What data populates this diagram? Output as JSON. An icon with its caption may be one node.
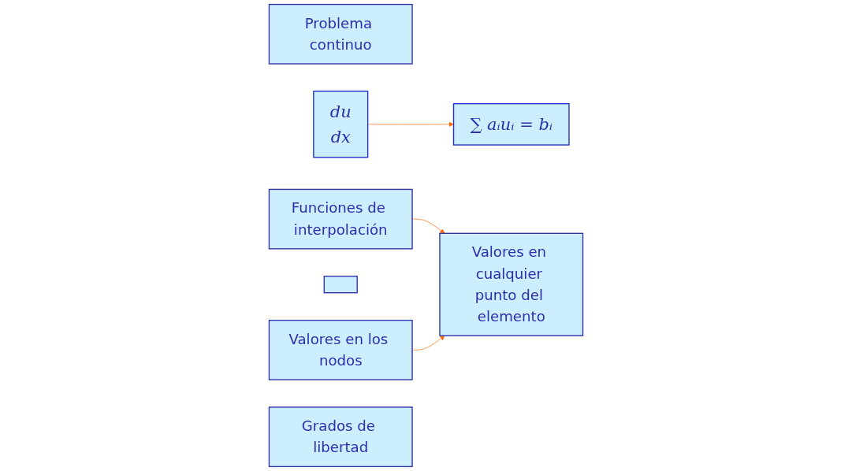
{
  "diagram": {
    "nodes": [
      {
        "text": [
          "Problema continuo"
        ]
      },
      {
        "text": [
          "du",
          "dx"
        ]
      },
      {
        "text": [
          "∑ aᵢuᵢ = bᵢ"
        ]
      },
      {
        "text": [
          "Valores en los nodos"
        ]
      },
      {
        "text": [],
        "shape": "box"
      },
      {
        "text": [
          "Funciones de interpolación"
        ]
      },
      {
        "text": [
          "Grados de libertad"
        ]
      },
      {
        "text": [
          "Valores en cualquier punto del elemento"
        ]
      }
    ],
    "edges": [
      {
        "from": 1,
        "to": 2,
        "arrow": "to",
        "color": "#ff6600"
      },
      {
        "from": 5,
        "to": 7,
        "arrow": "to",
        "color": "#ff6600"
      },
      {
        "from": 3,
        "to": 7,
        "arrow": "to",
        "color": "#ff6600"
      }
    ]
  }
}
